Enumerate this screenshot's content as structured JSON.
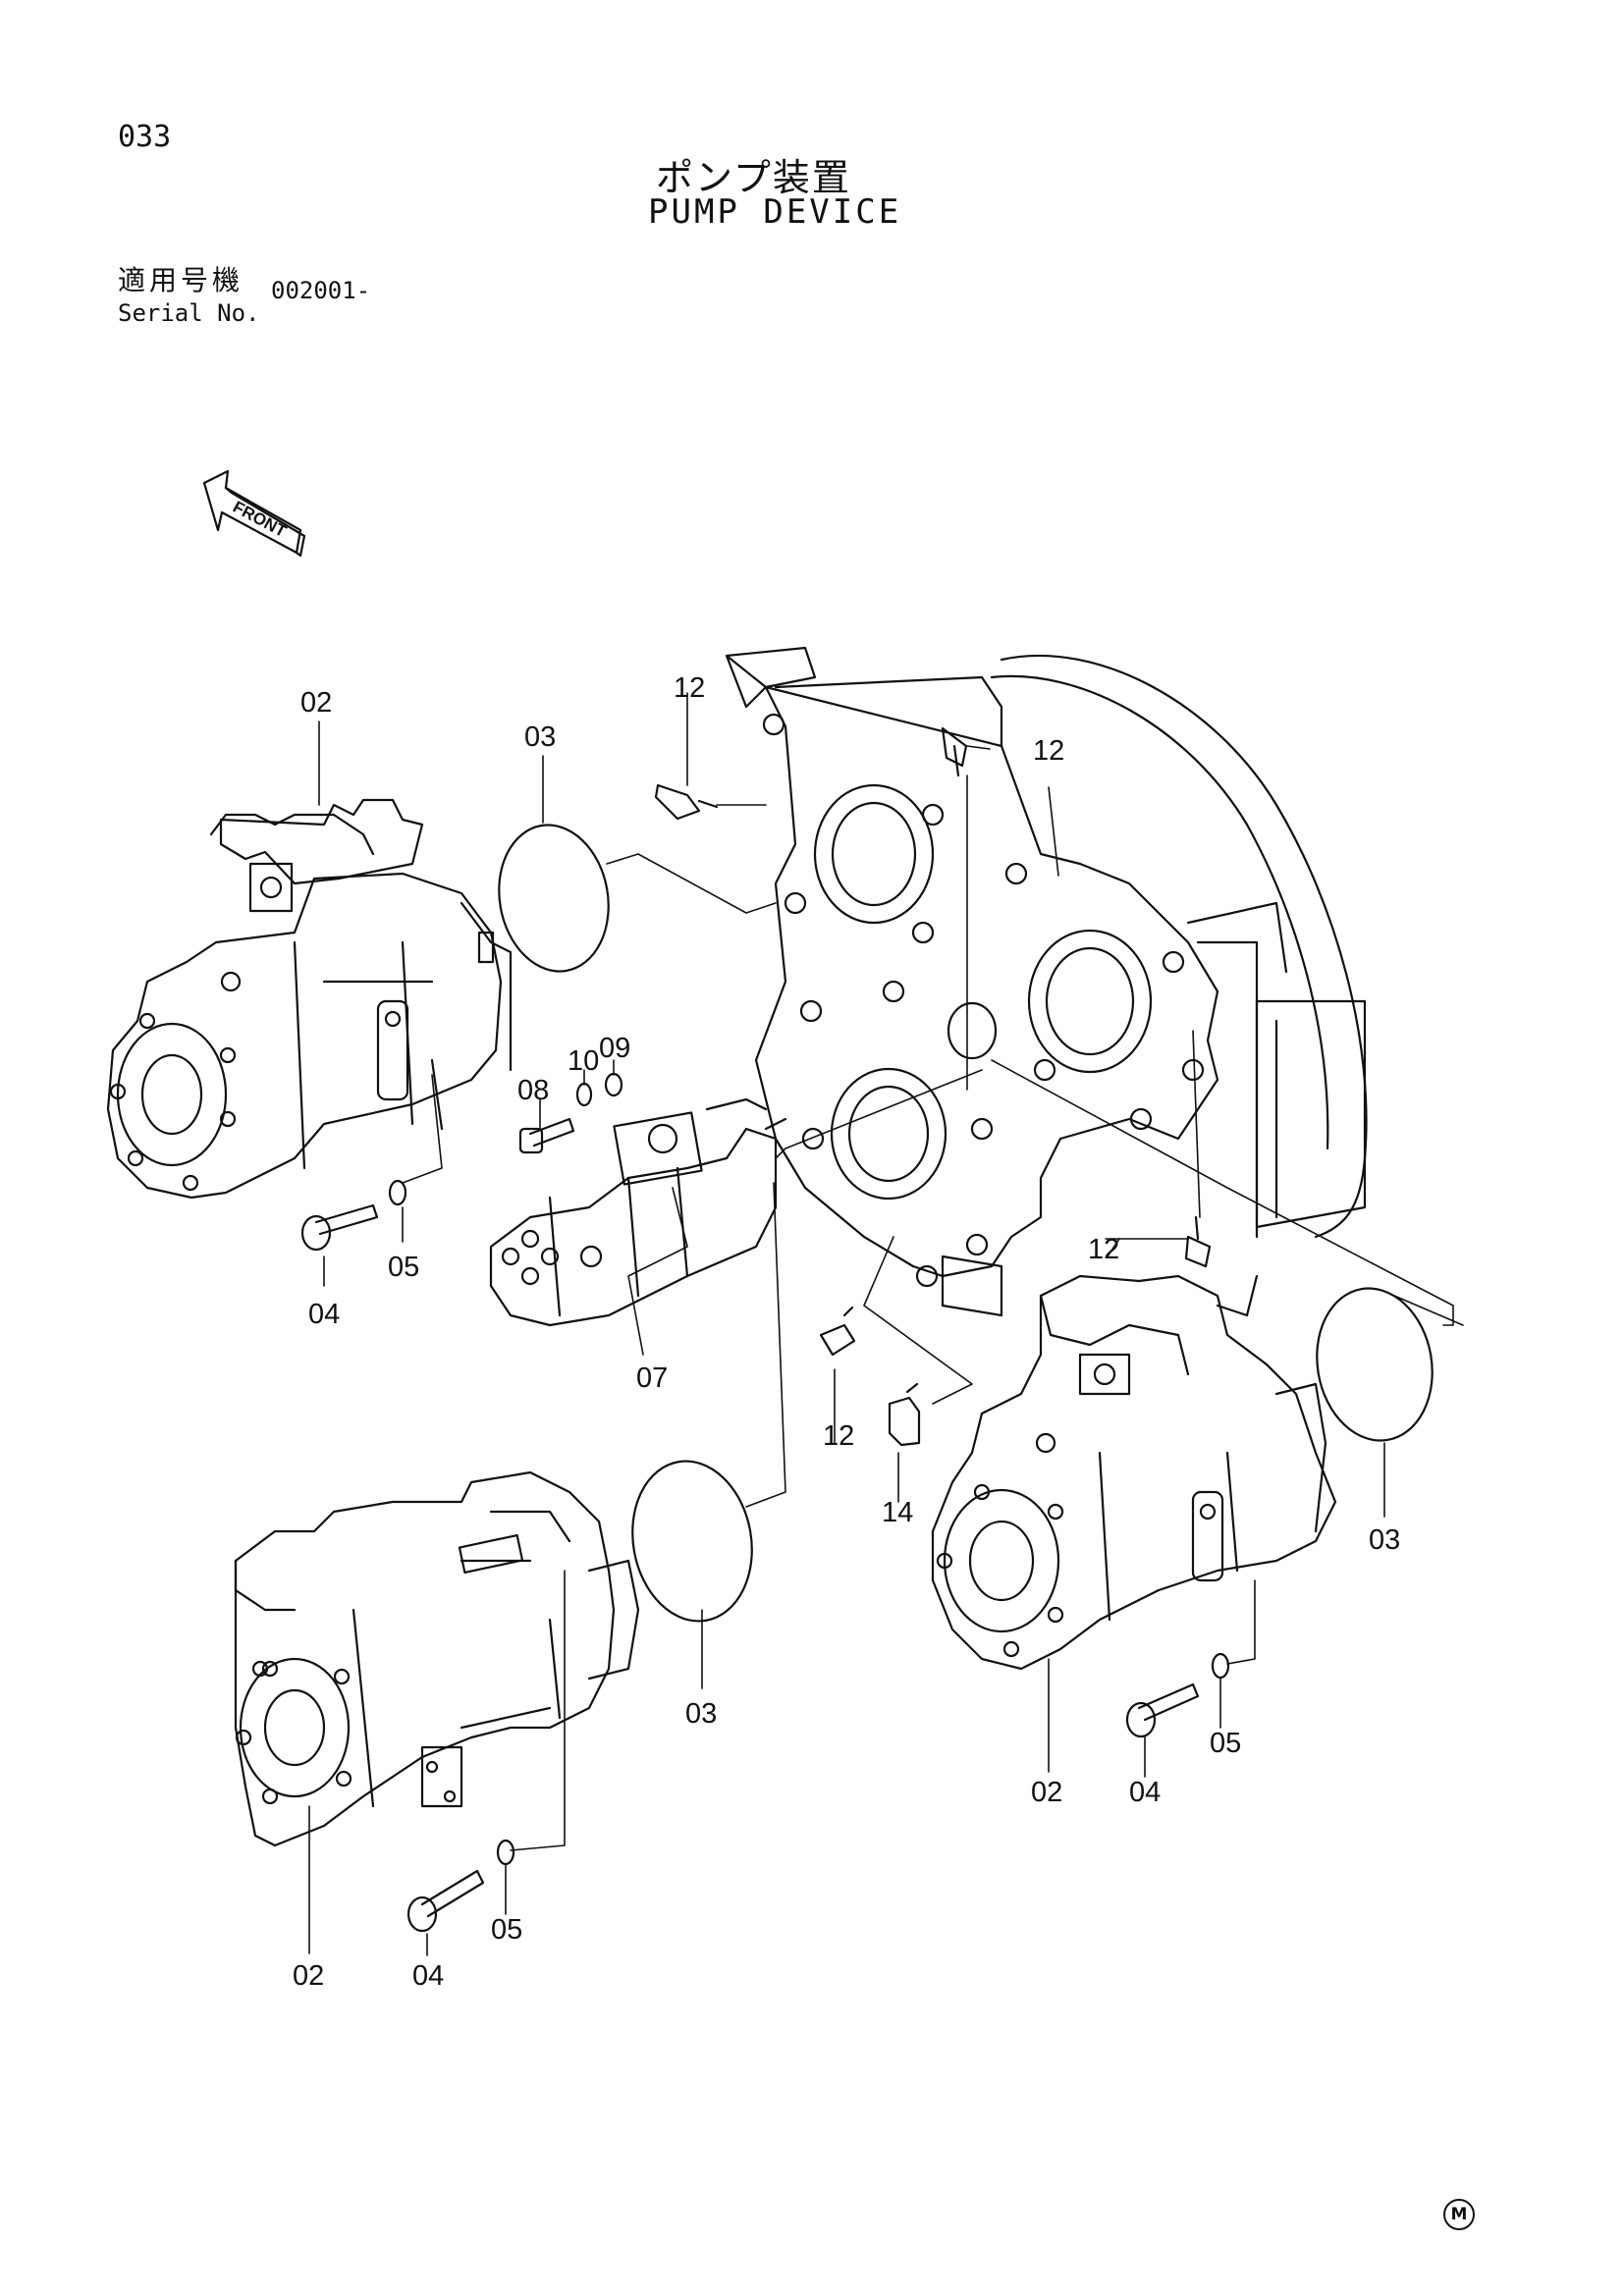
{
  "page_number": "033",
  "title_jp": "ポンプ装置",
  "title_en": "PUMP DEVICE",
  "serial": {
    "label_jp": "適用号機",
    "label_en": "Serial No.",
    "value": "002001-"
  },
  "front_label": "FRONT",
  "callouts": {
    "c02_a": "02",
    "c02_b": "02",
    "c02_c": "02",
    "c03_a": "03",
    "c03_b": "03",
    "c03_c": "03",
    "c04_a": "04",
    "c04_b": "04",
    "c04_c": "04",
    "c05_a": "05",
    "c05_b": "05",
    "c05_c": "05",
    "c07": "07",
    "c08": "08",
    "c09": "09",
    "c10": "10",
    "c12_a": "12",
    "c12_b": "12",
    "c12_c": "12",
    "c12_d": "12",
    "c14": "14"
  },
  "maker_mark": "M"
}
